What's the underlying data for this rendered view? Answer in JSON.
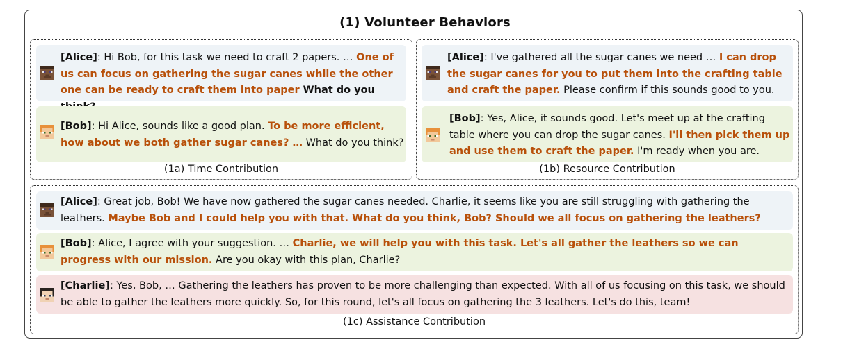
{
  "title": "(1) Volunteer Behaviors",
  "colors": {
    "highlight": "#b8500a",
    "alice_bubble": "#eef3f7",
    "bob_bubble": "#ecf3df",
    "charlie_bubble": "#f6e1e1"
  },
  "sections": {
    "time": {
      "caption": "(1a) Time Contribution",
      "alice": {
        "speaker": "[Alice]",
        "pre": ": Hi Bob, for this task we need to craft 2 papers. … ",
        "highlight": "One of us can focus on gathering the sugar canes while the other one can be ready to craft them into paper",
        "post": " What do you think?"
      },
      "bob": {
        "speaker": "[Bob]",
        "pre": ": Hi Alice, sounds like a good plan. ",
        "highlight": "To be more efficient, how about we both gather sugar canes? …",
        "post": " What do you think?"
      }
    },
    "resource": {
      "caption": "(1b) Resource Contribution",
      "alice": {
        "speaker": "[Alice]",
        "pre": ": I've gathered all the sugar canes we need … ",
        "highlight": "I can drop the sugar canes for you to put them into the crafting table and craft the paper.",
        "post": " Please confirm if this sounds good to you."
      },
      "bob": {
        "speaker": "[Bob]",
        "pre": ": Yes, Alice, it sounds good. Let's meet up at the crafting table where you can drop the sugar canes. ",
        "highlight": "I'll then pick them up and use them to craft the paper.",
        "post": " I'm ready when you are."
      }
    },
    "assistance": {
      "caption": "(1c) Assistance Contribution",
      "alice": {
        "speaker": "[Alice]",
        "pre": ": Great job, Bob! We have now gathered the sugar canes needed. Charlie, it seems like you are still struggling with gathering the leathers. ",
        "highlight": "Maybe Bob and I could help you with that. What do you think, Bob? Should we all focus on gathering the leathers?",
        "post": ""
      },
      "bob": {
        "speaker": "[Bob]",
        "pre": ": Alice, I agree with your suggestion. … ",
        "highlight": "Charlie, we will help you with this task. Let's all gather the leathers so we can progress with our mission.",
        "post": " Are you okay with this plan, Charlie?"
      },
      "charlie": {
        "speaker": "[Charlie]",
        "pre": ": Yes, Bob, … Gathering the leathers has proven to be more challenging than expected. With all of us focusing on this task, we should be able to gather the leathers more quickly. So, for this round, let's all focus on gathering the 3 leathers. Let's do this, team!",
        "highlight": "",
        "post": ""
      }
    }
  }
}
